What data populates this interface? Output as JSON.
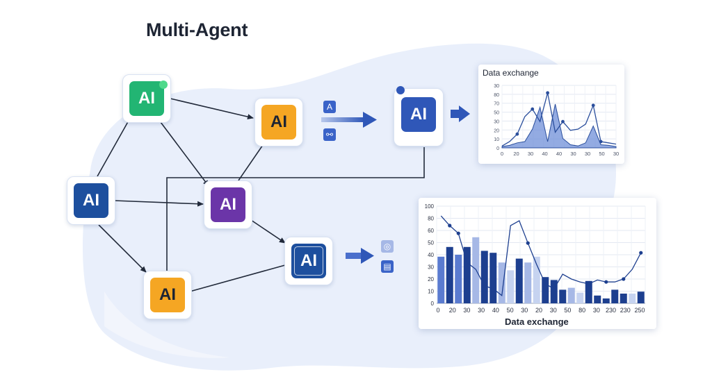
{
  "diagram": {
    "title": "Multi-Agent",
    "agent_label": "AI"
  },
  "agents": [
    {
      "id": "agent-green",
      "color": "#22b573",
      "text_color": "#ffffff",
      "has_dot": true,
      "dot_color": "#2ecc71"
    },
    {
      "id": "agent-orange-top",
      "color": "#f5a623",
      "text_color": "#1d2433",
      "has_dot": false
    },
    {
      "id": "agent-blue-left",
      "color": "#1d4f9e",
      "text_color": "#ffffff",
      "has_dot": false
    },
    {
      "id": "agent-purple",
      "color": "#6b35a8",
      "text_color": "#ffffff",
      "has_dot": false
    },
    {
      "id": "agent-orange-bottom",
      "color": "#f5a623",
      "text_color": "#1d2433",
      "has_dot": false
    },
    {
      "id": "agent-blue-right-bottom",
      "color": "#1d4f9e",
      "text_color": "#ffffff",
      "has_dot": false,
      "framed": true
    },
    {
      "id": "agent-blue-right-top",
      "color": "#2f57b8",
      "text_color": "#ffffff",
      "has_dot": true,
      "dot_color": "#2f57b8"
    }
  ],
  "icons": {
    "top_pair": [
      "text-icon",
      "link-icon"
    ],
    "bottom_pair": [
      "chat-icon",
      "document-icon"
    ],
    "icon_color": "#3a63c8"
  },
  "chart_data": [
    {
      "type": "area",
      "title": "Data exchange",
      "x_tick_labels": [
        "0",
        "20",
        "30",
        "40",
        "40",
        "30",
        "30",
        "50",
        "30"
      ],
      "y_ticks": [
        0,
        10,
        20,
        30,
        50,
        70,
        80,
        30
      ],
      "grid": true,
      "series": [
        {
          "values": [
            2,
            4,
            8,
            10,
            30,
            65,
            10,
            70,
            15,
            5,
            3,
            8,
            35,
            5,
            4,
            2
          ],
          "color": "#2a4e9c"
        }
      ],
      "line": {
        "values": [
          3,
          10,
          22,
          50,
          62,
          42,
          88,
          25,
          42,
          28,
          30,
          38,
          68,
          10,
          8,
          6
        ],
        "markers": [
          2,
          4,
          6,
          8,
          12,
          13
        ],
        "color": "#2a4e9c"
      }
    },
    {
      "type": "bar",
      "title": "Data exchange",
      "x_tick_labels": [
        "0",
        "20",
        "30",
        "30",
        "40",
        "50",
        "30",
        "20",
        "30",
        "50",
        "80",
        "30",
        "230",
        "230",
        "250"
      ],
      "y_ticks": [
        0,
        10,
        20,
        30,
        40,
        50,
        60,
        80,
        100
      ],
      "ylim": [
        0,
        100
      ],
      "grid": true,
      "bars": [
        48,
        58,
        50,
        58,
        68,
        54,
        52,
        42,
        34,
        46,
        42,
        48,
        27,
        24,
        14,
        16,
        11,
        23,
        8,
        5,
        14,
        10,
        10,
        12
      ],
      "bar_colors": [
        "#5a7bd0",
        "#1d3f8f",
        "#5a7bd0",
        "#1d3f8f",
        "#a6b8e6",
        "#1d3f8f",
        "#1d3f8f",
        "#a6b8e6",
        "#c6d3f0",
        "#1d3f8f",
        "#a6b8e6",
        "#c6d3f0",
        "#1d3f8f",
        "#1d3f8f",
        "#1d3f8f",
        "#a6b8e6",
        "#c6d3f0",
        "#1d3f8f",
        "#1d3f8f",
        "#1d3f8f",
        "#1d3f8f",
        "#1d3f8f",
        "#c6d3f0",
        "#1d3f8f"
      ],
      "line": {
        "values": [
          90,
          80,
          72,
          42,
          35,
          18,
          15,
          8,
          80,
          85,
          62,
          40,
          20,
          15,
          30,
          25,
          22,
          20,
          24,
          22,
          22,
          25,
          35,
          52
        ],
        "markers": [
          1,
          2,
          10,
          17,
          19,
          21,
          23
        ],
        "color": "#1d3f8f"
      }
    }
  ]
}
